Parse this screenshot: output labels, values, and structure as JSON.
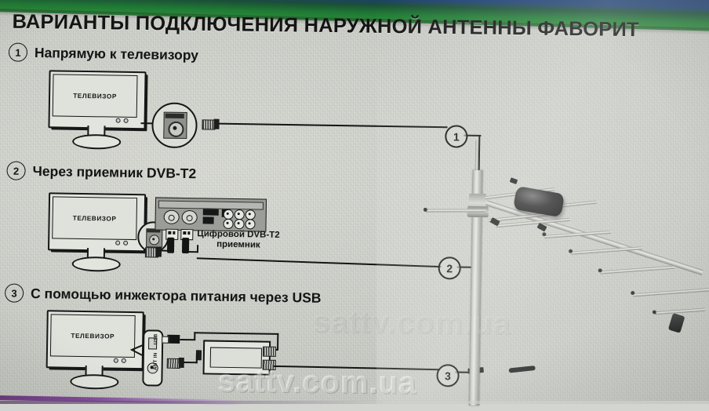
{
  "document": {
    "title": "ВАРИАНТЫ ПОДКЛЮЧЕНИЯ НАРУЖНОЙ АНТЕННЫ ФАВОРИТ",
    "watermark": "sattv.com.ua"
  },
  "sections": [
    {
      "number": "1",
      "label": "Напрямую к телевизору",
      "tv_label": "ТЕЛЕВИЗОР",
      "marker": "1"
    },
    {
      "number": "2",
      "label": "Через приемник DVB-T2",
      "tv_label": "ТЕЛЕВИЗОР",
      "device_label_line1": "Цифровой DVB-T2",
      "device_label_line2": "приемник",
      "marker": "2"
    },
    {
      "number": "3",
      "label": "С помощью инжектора питания через USB",
      "tv_label": "ТЕЛЕВИЗОР",
      "port_usb": "USB",
      "port_ant": "ANT IN",
      "marker": "3"
    }
  ],
  "colors": {
    "paper": "#d3d5d0",
    "ink": "#141414",
    "band_green": "#1f7a34",
    "band_navy": "#1d3a6b",
    "accent_purple": "#5b2a70"
  }
}
